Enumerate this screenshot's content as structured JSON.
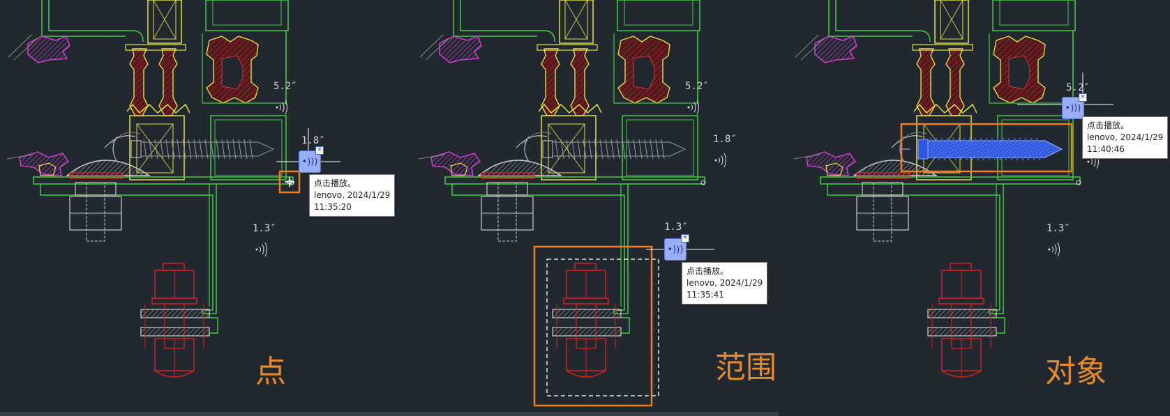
{
  "colors": {
    "background": "#212830",
    "frame_green": "#3fcf3f",
    "profile_yellow": "#e0e040",
    "hatch_red": "#d8333a",
    "gasket_magenta": "#d040d0",
    "bolt_red": "#e02020",
    "highlight_orange": "#f07d1a",
    "screw_blue": "#3a62e8",
    "tooltip_bg": "#ffffff"
  },
  "dimensions": {
    "d_5_2": "5.2″",
    "d_1_8": "1.8″",
    "d_1_3": "1.3″"
  },
  "recording": {
    "icon": "sound-wave-icon",
    "close_icon": "close-icon",
    "close_label": "×",
    "glyph": "•)))"
  },
  "panels": [
    {
      "caption": "点",
      "tooltip": {
        "line1": "点击播放。",
        "line2": "lenovo, 2024/1/29",
        "line3": "11:35:20"
      }
    },
    {
      "caption": "范围",
      "tooltip": {
        "line1": "点击播放。",
        "line2": "lenovo, 2024/1/29",
        "line3": "11:35:41"
      }
    },
    {
      "caption": "对象",
      "tooltip": {
        "line1": "点击播放。",
        "line2": "lenovo, 2024/1/29",
        "line3": "11:40:46"
      }
    }
  ]
}
